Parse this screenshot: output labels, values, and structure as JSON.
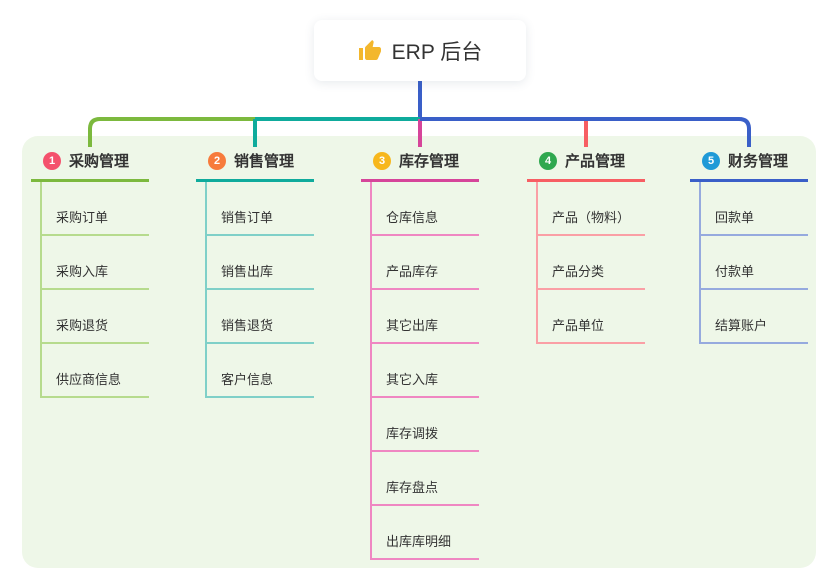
{
  "root": {
    "label": "ERP 后台",
    "icon": "thumbs-up-icon"
  },
  "canvas": {
    "background": "#ffffff",
    "panel_background": "#eef7e8",
    "root_connector_color": "#3a5fc8",
    "text_color": "#333333"
  },
  "branches": [
    {
      "number": "1",
      "title": "采购管理",
      "colors": {
        "badge": "#f4516c",
        "main": "#7cb93e",
        "light": "#b6db8d"
      },
      "children": [
        "采购订单",
        "采购入库",
        "采购退货",
        "供应商信息"
      ]
    },
    {
      "number": "2",
      "title": "销售管理",
      "colors": {
        "badge": "#f77b3c",
        "main": "#0fab9c",
        "light": "#7fd0c8"
      },
      "children": [
        "销售订单",
        "销售出库",
        "销售退货",
        "客户信息"
      ]
    },
    {
      "number": "3",
      "title": "库存管理",
      "colors": {
        "badge": "#f7b71c",
        "main": "#d6459a",
        "light": "#ef87c2"
      },
      "children": [
        "仓库信息",
        "产品库存",
        "其它出库",
        "其它入库",
        "库存调拨",
        "库存盘点",
        "出库库明细"
      ]
    },
    {
      "number": "4",
      "title": "产品管理",
      "colors": {
        "badge": "#2fa84f",
        "main": "#f75e63",
        "light": "#fa9fa5"
      },
      "children": [
        "产品（物料）",
        "产品分类",
        "产品单位"
      ]
    },
    {
      "number": "5",
      "title": "财务管理",
      "colors": {
        "badge": "#1f9ad7",
        "main": "#3a5fc8",
        "light": "#96aade"
      },
      "children": [
        "回款单",
        "付款单",
        "结算账户"
      ]
    }
  ]
}
